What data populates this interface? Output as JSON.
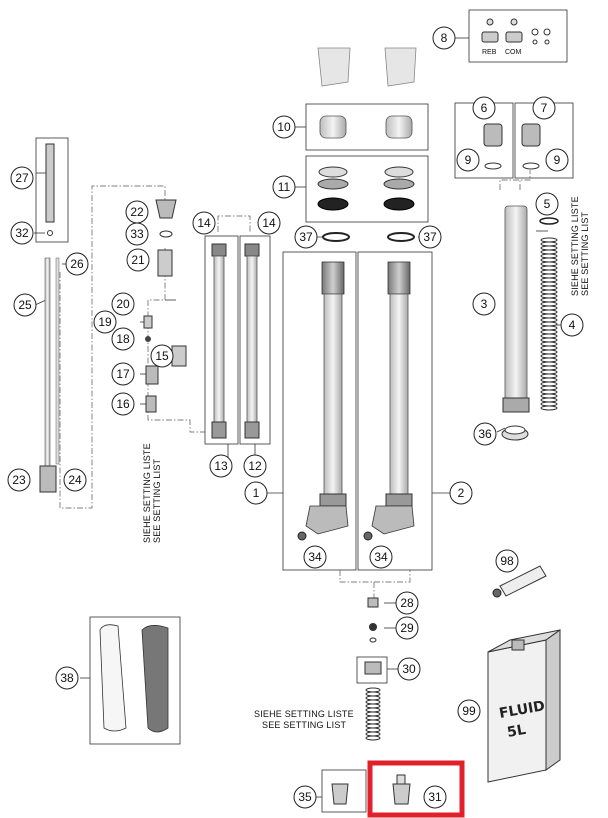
{
  "callouts": [
    "1",
    "2",
    "3",
    "4",
    "5",
    "6",
    "7",
    "8",
    "9",
    "10",
    "11",
    "12",
    "13",
    "14",
    "15",
    "16",
    "17",
    "18",
    "19",
    "20",
    "21",
    "22",
    "23",
    "24",
    "25",
    "26",
    "27",
    "28",
    "29",
    "30",
    "31",
    "32",
    "33",
    "34",
    "35",
    "36",
    "37",
    "38",
    "98",
    "99"
  ],
  "notes": {
    "de": "SIEHE SETTING LISTE",
    "en": "SEE SETTING LIST"
  },
  "labels": {
    "reb": "REB",
    "com": "COM",
    "fluid_line1": "FLUID",
    "fluid_line2": "5L"
  },
  "highlight": {
    "part": "31",
    "color": "#e0202a"
  }
}
